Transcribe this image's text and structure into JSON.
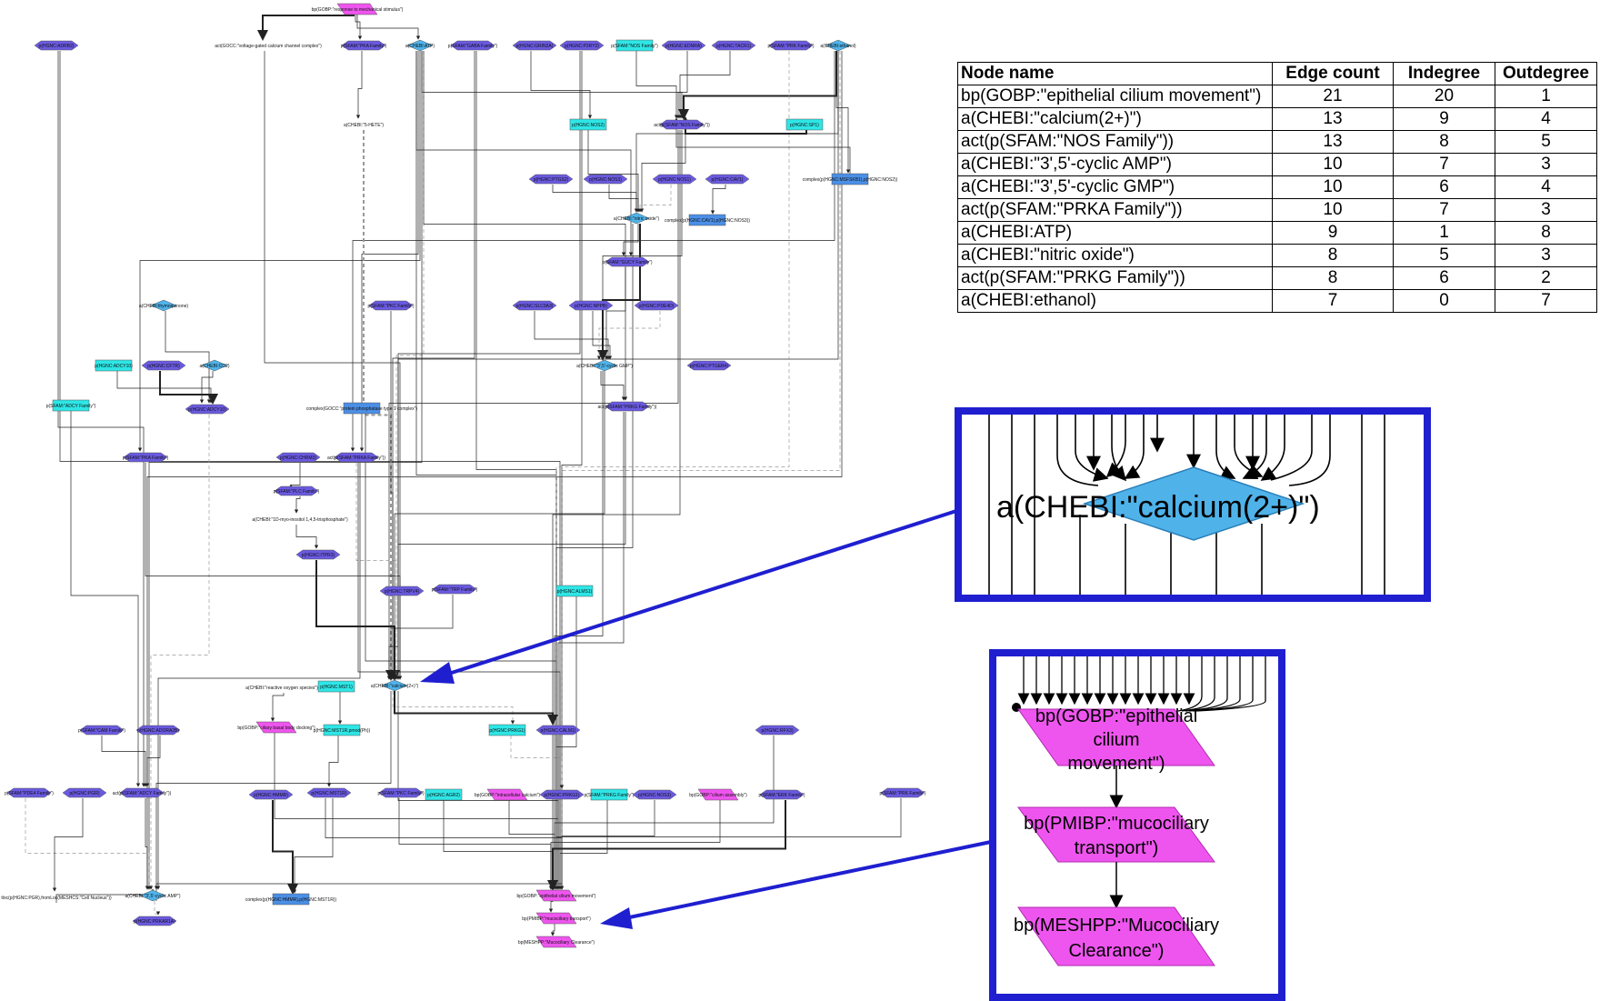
{
  "metrics_table": {
    "headers": [
      "Node name",
      "Edge count",
      "Indegree",
      "Outdegree"
    ],
    "rows": [
      [
        "bp(GOBP:\"epithelial cilium movement\")",
        "21",
        "20",
        "1"
      ],
      [
        "a(CHEBI:\"calcium(2+)\")",
        "13",
        "9",
        "4"
      ],
      [
        "act(p(SFAM:\"NOS Family\"))",
        "13",
        "8",
        "5"
      ],
      [
        "a(CHEBI:\"3',5'-cyclic AMP\")",
        "10",
        "7",
        "3"
      ],
      [
        "a(CHEBI:\"3',5'-cyclic GMP\")",
        "10",
        "6",
        "4"
      ],
      [
        "act(p(SFAM:\"PRKA Family\"))",
        "10",
        "7",
        "3"
      ],
      [
        "a(CHEBI:ATP)",
        "9",
        "1",
        "8"
      ],
      [
        "a(CHEBI:\"nitric oxide\")",
        "8",
        "5",
        "3"
      ],
      [
        "act(p(SFAM:\"PRKG Family\"))",
        "8",
        "6",
        "2"
      ],
      [
        "a(CHEBI:ethanol)",
        "7",
        "0",
        "7"
      ]
    ]
  },
  "zoom_calcium": {
    "label": "a(CHEBI:\"calcium(2+)\")"
  },
  "zoom_cilium": {
    "node1": [
      "bp(GOBP:\"epithelial",
      "cilium",
      "movement\")"
    ],
    "node2": [
      "bp(PMIBP:\"mucociliary",
      "transport\")"
    ],
    "node3": [
      "bp(MESHPP:\"Mucociliary",
      "Clearance\")"
    ]
  },
  "network": {
    "nodes": [
      {
        "id": "top",
        "label": "bp(GOBP:\"response to mechanical stimulus\")",
        "shape": "para",
        "color": "#ee55ee"
      },
      {
        "id": "adrb",
        "label": "p(HGNC:ADRB2)",
        "shape": "hex",
        "color": "#6a5ae0"
      },
      {
        "id": "act1",
        "label": "act(GOCC:\"voltage-gated calcium channel complex\")",
        "shape": "none",
        "color": "#ffffff"
      },
      {
        "id": "pka2",
        "label": "p(SFAM:\"PKA Family\")",
        "shape": "hex",
        "color": "#6a5ae0"
      },
      {
        "id": "atp",
        "label": "a(CHEBI:ATP)",
        "shape": "diamond",
        "color": "#4fb3ea"
      },
      {
        "id": "gabra",
        "label": "p(SFAM:\"GABA Family\")",
        "shape": "hex",
        "color": "#6a5ae0"
      },
      {
        "id": "grin",
        "label": "p(HGNC:GRIN2A)",
        "shape": "hex",
        "color": "#6a5ae0"
      },
      {
        "id": "p2rx",
        "label": "p(HGNC:P2RY2)",
        "shape": "hex",
        "color": "#6a5ae0"
      },
      {
        "id": "nosfam",
        "label": "p(SFAM:\"NOS Family\")",
        "shape": "rect",
        "color": "#2ee6e6"
      },
      {
        "id": "ednra",
        "label": "p(HGNC:EDNRA)",
        "shape": "hex",
        "color": "#6a5ae0"
      },
      {
        "id": "tac",
        "label": "p(HGNC:TACR1)",
        "shape": "hex",
        "color": "#6a5ae0"
      },
      {
        "id": "rprf",
        "label": "p(SFAM:\"PRK Family\")",
        "shape": "hex",
        "color": "#6a5ae0"
      },
      {
        "id": "ethanol",
        "label": "a(CHEBI:ethanol)",
        "shape": "diamond",
        "color": "#4fb3ea"
      },
      {
        "id": "e5ht",
        "label": "a(CHEBI:\"5-HETE\")",
        "shape": "none",
        "color": "#ffffff"
      },
      {
        "id": "nos2",
        "label": "p(HGNC:NOS2)",
        "shape": "rect",
        "color": "#2ee6e6"
      },
      {
        "id": "nosact",
        "label": "act(p(SFAM:\"NOS Family\"))",
        "shape": "hex",
        "color": "#6a5ae0"
      },
      {
        "id": "sp",
        "label": "p(HGNC:SP1)",
        "shape": "rect",
        "color": "#2ee6e6"
      },
      {
        "id": "nsf",
        "label": "p(HGNC:NOS3)",
        "shape": "rect",
        "color": "#2ee6e6"
      },
      {
        "id": "ptgs",
        "label": "p(HGNC:PTGS2)",
        "shape": "hex",
        "color": "#6a5ae0"
      },
      {
        "id": "nos3a",
        "label": "p(HGNC:NOS3)",
        "shape": "hex",
        "color": "#6a5ae0"
      },
      {
        "id": "nos1",
        "label": "p(HGNC:NOS1)",
        "shape": "hex",
        "color": "#6a5ae0"
      },
      {
        "id": "cav1",
        "label": "p(HGNC:CAV1)",
        "shape": "hex",
        "color": "#6a5ae0"
      },
      {
        "id": "cmpl1",
        "label": "complex(p(HGNC:MSFSKB1),p(HGNC:NOS2))",
        "shape": "rect",
        "color": "#4b8fe6"
      },
      {
        "id": "no",
        "label": "a(CHEBI:\"nitric oxide\")",
        "shape": "diamond",
        "color": "#4fb3ea"
      },
      {
        "id": "cmpl2",
        "label": "complex(p(HGNC:CAV1),p(HGNC:NOS3))",
        "shape": "rect",
        "color": "#4b8fe6"
      },
      {
        "id": "gucy",
        "label": "p(SFAM:\"GUCY Family\")",
        "shape": "hex",
        "color": "#6a5ae0"
      },
      {
        "id": "chebim",
        "label": "a(CHEBI:thymoquinone)",
        "shape": "diamond",
        "color": "#4fb3ea"
      },
      {
        "id": "prkd",
        "label": "p(SFAM:\"PKC Family\")",
        "shape": "hex",
        "color": "#6a5ae0"
      },
      {
        "id": "slc",
        "label": "p(HGNC:SLC9A3)",
        "shape": "hex",
        "color": "#6a5ae0"
      },
      {
        "id": "nppb",
        "label": "p(HGNC:NPPB)",
        "shape": "hex",
        "color": "#6a5ae0"
      },
      {
        "id": "pde",
        "label": "p(HGNC:PDE4D)",
        "shape": "hex",
        "color": "#6a5ae0"
      },
      {
        "id": "adcy10",
        "label": "p(HGNC:ADCY10)",
        "shape": "rect",
        "color": "#2ee6e6"
      },
      {
        "id": "cftr",
        "label": "p(HGNC:CFTR)",
        "shape": "hex",
        "color": "#6a5ae0"
      },
      {
        "id": "co2",
        "label": "a(CHEBI:CO2)",
        "shape": "diamond",
        "color": "#4fb3ea"
      },
      {
        "id": "cgmp",
        "label": "a(CHEBI:\"3',5'-cyclic GMP\")",
        "shape": "diamond",
        "color": "#4fb3ea"
      },
      {
        "id": "ptgr",
        "label": "p(HGNC:PTGER4)",
        "shape": "hex",
        "color": "#6a5ae0"
      },
      {
        "id": "adcyf",
        "label": "p(SFAM:\"ADCY Family\")",
        "shape": "rect",
        "color": "#2ee6e6"
      },
      {
        "id": "adcy1",
        "label": "p(HGNC:ADCY10)",
        "shape": "hex",
        "color": "#6a5ae0"
      },
      {
        "id": "cmpl3",
        "label": "complex(GOCC:\"protein phosphatase type 1 complex\")",
        "shape": "rect",
        "color": "#4b8fe6"
      },
      {
        "id": "prkgact",
        "label": "act(p(SFAM:\"PRKG Family\"))",
        "shape": "hex",
        "color": "#6a5ae0"
      },
      {
        "id": "pkaf",
        "label": "p(SFAM:\"PKA Family\")",
        "shape": "hex",
        "color": "#6a5ae0"
      },
      {
        "id": "chrm",
        "label": "p(HGNC:CHRM3)",
        "shape": "hex",
        "color": "#6a5ae0"
      },
      {
        "id": "prkaact",
        "label": "act(p(SFAM:\"PRKA Family\"))",
        "shape": "hex",
        "color": "#6a5ae0"
      },
      {
        "id": "plcf",
        "label": "p(SFAM:\"PLC Family\")",
        "shape": "hex",
        "color": "#6a5ae0"
      },
      {
        "id": "ip3",
        "label": "a(CHEBI:\"1D-myo-inositol 1,4,5-trisphosphate\")",
        "shape": "none",
        "color": "#ffffff"
      },
      {
        "id": "itpr",
        "label": "p(HGNC:ITPR3)",
        "shape": "hex",
        "color": "#6a5ae0"
      },
      {
        "id": "trpv",
        "label": "p(HGNC:TRPV4)",
        "shape": "hex",
        "color": "#6a5ae0"
      },
      {
        "id": "trpf",
        "label": "p(SFAM:\"TRP Family\")",
        "shape": "hex",
        "color": "#6a5ae0"
      },
      {
        "id": "alms",
        "label": "p(HGNC:ALMS1)",
        "shape": "rect",
        "color": "#2ee6e6"
      },
      {
        "id": "calcium",
        "label": "a(CHEBI:\"calcium(2+)\")",
        "shape": "diamond",
        "color": "#4fb3ea"
      },
      {
        "id": "nicotine",
        "label": "a(CHEBI:\"reactive oxygen species\")",
        "shape": "none",
        "color": "#ffffff"
      },
      {
        "id": "mst1",
        "label": "p(HGNC:MST1)",
        "shape": "rect",
        "color": "#2ee6e6"
      },
      {
        "id": "camf",
        "label": "p(SFAM:\"CAM Family\")",
        "shape": "hex",
        "color": "#6a5ae0"
      },
      {
        "id": "adora",
        "label": "p(HGNC:ADORA2B)",
        "shape": "hex",
        "color": "#6a5ae0"
      },
      {
        "id": "bpcat",
        "label": "bp(GOBP:\"ciliary basal body docking\")",
        "shape": "para",
        "color": "#ee55ee"
      },
      {
        "id": "mst1r",
        "label": "p(HGNC:MST1R,pmod(Ph))",
        "shape": "rect",
        "color": "#2ee6e6"
      },
      {
        "id": "prkg1",
        "label": "p(HGNC:PRKG1)",
        "shape": "rect",
        "color": "#2ee6e6"
      },
      {
        "id": "calm",
        "label": "p(HGNC:CALM1)",
        "shape": "hex",
        "color": "#6a5ae0"
      },
      {
        "id": "rfx3",
        "label": "p(HGNC:RFX3)",
        "shape": "hex",
        "color": "#6a5ae0"
      },
      {
        "id": "pde4f",
        "label": "p(SFAM:\"PDE4 Family\")",
        "shape": "hex",
        "color": "#6a5ae0"
      },
      {
        "id": "pgr",
        "label": "p(HGNC:PGR)",
        "shape": "hex",
        "color": "#6a5ae0"
      },
      {
        "id": "adcyfam",
        "label": "act(p(SFAM:\"ADCY Family\"))",
        "shape": "hex",
        "color": "#6a5ae0"
      },
      {
        "id": "hmbr",
        "label": "p(HGNC:HMMR)",
        "shape": "hex",
        "color": "#6a5ae0"
      },
      {
        "id": "mst1rb",
        "label": "p(HGNC:MST1R)",
        "shape": "hex",
        "color": "#6a5ae0"
      },
      {
        "id": "prkcf",
        "label": "p(SFAM:\"PKC Family\")",
        "shape": "hex",
        "color": "#6a5ae0"
      },
      {
        "id": "agr",
        "label": "p(HGNC:AGR2)",
        "shape": "rect",
        "color": "#2ee6e6"
      },
      {
        "id": "bpcell",
        "label": "bp(GOBP:\"intracellular calcium\")",
        "shape": "para",
        "color": "#ee55ee"
      },
      {
        "id": "prkgf",
        "label": "p(HGNC:PRKG1)",
        "shape": "hex",
        "color": "#6a5ae0"
      },
      {
        "id": "prkgfam",
        "label": "p(SFAM:\"PRKG Family\")",
        "shape": "rect",
        "color": "#2ee6e6"
      },
      {
        "id": "nosx",
        "label": "p(HGNC:NOS3)",
        "shape": "hex",
        "color": "#6a5ae0"
      },
      {
        "id": "bpcil",
        "label": "bp(GOBP:\"cilium assembly\")",
        "shape": "para",
        "color": "#ee55ee"
      },
      {
        "id": "erkf",
        "label": "p(SFAM:\"ERK Family\")",
        "shape": "hex",
        "color": "#6a5ae0"
      },
      {
        "id": "rprfb",
        "label": "p(SFAM:\"PRK Family\")",
        "shape": "hex",
        "color": "#6a5ae0"
      },
      {
        "id": "cmpl4",
        "label": "complex(p(HGNC:HMMR),p(HGNC:MST1R))",
        "shape": "rect",
        "color": "#4b8fe6"
      },
      {
        "id": "camp",
        "label": "a(CHEBI:\"3',5'-cyclic AMP\")",
        "shape": "diamond",
        "color": "#4fb3ea"
      },
      {
        "id": "pgrm",
        "label": "tloc(p(HGNC:PGR),fromLoc(MESHCS:\"Cell Nucleus\"))",
        "shape": "none",
        "color": "#ffffff"
      },
      {
        "id": "prkar",
        "label": "p(HGNC:PRKAR1A)",
        "shape": "hex",
        "color": "#6a5ae0"
      },
      {
        "id": "cilium",
        "label": "bp(GOBP:\"epithelial cilium movement\")",
        "shape": "para",
        "color": "#ee55ee"
      },
      {
        "id": "transport",
        "label": "bp(PMIBP:\"mucociliary transport\")",
        "shape": "para",
        "color": "#ee55ee"
      },
      {
        "id": "clearance",
        "label": "bp(MESHPP:\"Mucociliary Clearance\")",
        "shape": "para",
        "color": "#ee55ee"
      }
    ],
    "edges": [
      [
        "top",
        "act1"
      ],
      [
        "top",
        "pka2"
      ],
      [
        "top",
        "atp"
      ],
      [
        "atp",
        "nosact"
      ],
      [
        "atp",
        "calcium"
      ],
      [
        "atp",
        "gucy"
      ],
      [
        "atp",
        "prkaact"
      ],
      [
        "atp",
        "pkaf"
      ],
      [
        "atp",
        "camp"
      ],
      [
        "atp",
        "prkgact"
      ],
      [
        "atp",
        "cilium"
      ],
      [
        "ethanol",
        "nosact"
      ],
      [
        "ethanol",
        "calcium"
      ],
      [
        "ethanol",
        "cilium"
      ],
      [
        "ethanol",
        "camp"
      ],
      [
        "ethanol",
        "prkaact"
      ],
      [
        "ethanol",
        "cmpl1"
      ],
      [
        "ethanol",
        "no"
      ],
      [
        "adrb",
        "adcyfam"
      ],
      [
        "adrb",
        "cilium"
      ],
      [
        "act1",
        "calcium"
      ],
      [
        "pka2",
        "e5ht"
      ],
      [
        "e5ht",
        "calcium"
      ],
      [
        "gabra",
        "calcium"
      ],
      [
        "gabra",
        "cilium"
      ],
      [
        "grin",
        "nos2"
      ],
      [
        "p2rx",
        "calcium"
      ],
      [
        "p2rx",
        "cilium"
      ],
      [
        "nosfam",
        "nosact"
      ],
      [
        "ednra",
        "nosact"
      ],
      [
        "tac",
        "nosact"
      ],
      [
        "rprf",
        "cilium"
      ],
      [
        "nos2",
        "no"
      ],
      [
        "sp",
        "nosact"
      ],
      [
        "nosact",
        "no"
      ],
      [
        "nosact",
        "calcium"
      ],
      [
        "nosact",
        "cilium"
      ],
      [
        "nosact",
        "cgmp"
      ],
      [
        "ptgs",
        "no"
      ],
      [
        "nos3a",
        "no"
      ],
      [
        "nos1",
        "no"
      ],
      [
        "cav1",
        "cmpl2"
      ],
      [
        "cmpl1",
        "nosact"
      ],
      [
        "no",
        "gucy"
      ],
      [
        "no",
        "cgmp"
      ],
      [
        "no",
        "cilium"
      ],
      [
        "gucy",
        "cgmp"
      ],
      [
        "slc",
        "cgmp"
      ],
      [
        "nppb",
        "cgmp"
      ],
      [
        "pde",
        "cgmp"
      ],
      [
        "cgmp",
        "prkgact"
      ],
      [
        "cgmp",
        "cilium"
      ],
      [
        "cgmp",
        "calcium"
      ],
      [
        "chebim",
        "adcy1"
      ],
      [
        "adcy10",
        "adcy1"
      ],
      [
        "cftr",
        "adcy1"
      ],
      [
        "co2",
        "adcy1"
      ],
      [
        "adcyf",
        "adcyfam"
      ],
      [
        "adcy1",
        "camp"
      ],
      [
        "cmpl3",
        "cilium"
      ],
      [
        "prkgact",
        "cilium"
      ],
      [
        "prkgact",
        "calcium"
      ],
      [
        "pkaf",
        "calcium"
      ],
      [
        "chrm",
        "plcf"
      ],
      [
        "plcf",
        "ip3"
      ],
      [
        "ip3",
        "itpr"
      ],
      [
        "itpr",
        "calcium"
      ],
      [
        "prkaact",
        "calcium"
      ],
      [
        "prkaact",
        "cilium"
      ],
      [
        "prkaact",
        "camp"
      ],
      [
        "trpv",
        "calcium"
      ],
      [
        "trpf",
        "calcium"
      ],
      [
        "prkd",
        "calcium"
      ],
      [
        "alms",
        "cilium"
      ],
      [
        "calcium",
        "cilium"
      ],
      [
        "calcium",
        "camp"
      ],
      [
        "calcium",
        "prkg1"
      ],
      [
        "calcium",
        "calm"
      ],
      [
        "nicotine",
        "bpcat"
      ],
      [
        "mst1",
        "mst1r"
      ],
      [
        "mst1r",
        "mst1rb"
      ],
      [
        "bpcat",
        "cilium"
      ],
      [
        "camf",
        "adcyfam"
      ],
      [
        "adora",
        "adcyfam"
      ],
      [
        "adcyfam",
        "camp"
      ],
      [
        "pde4f",
        "camp"
      ],
      [
        "pgr",
        "pgrm"
      ],
      [
        "pgrm",
        "camp"
      ],
      [
        "hmbr",
        "cmpl4"
      ],
      [
        "mst1rb",
        "cmpl4"
      ],
      [
        "mst1rb",
        "cilium"
      ],
      [
        "prkcf",
        "cilium"
      ],
      [
        "agr",
        "cilium"
      ],
      [
        "bpcell",
        "cilium"
      ],
      [
        "prkg1",
        "prkgf"
      ],
      [
        "prkgf",
        "cilium"
      ],
      [
        "prkgfam",
        "cilium"
      ],
      [
        "nosx",
        "cilium"
      ],
      [
        "bpcil",
        "cilium"
      ],
      [
        "erkf",
        "cilium"
      ],
      [
        "rfx3",
        "cilium"
      ],
      [
        "rprfb",
        "cilium"
      ],
      [
        "calm",
        "cilium"
      ],
      [
        "camp",
        "prkar"
      ],
      [
        "camp",
        "cilium"
      ],
      [
        "cilium",
        "transport"
      ],
      [
        "transport",
        "clearance"
      ]
    ]
  }
}
